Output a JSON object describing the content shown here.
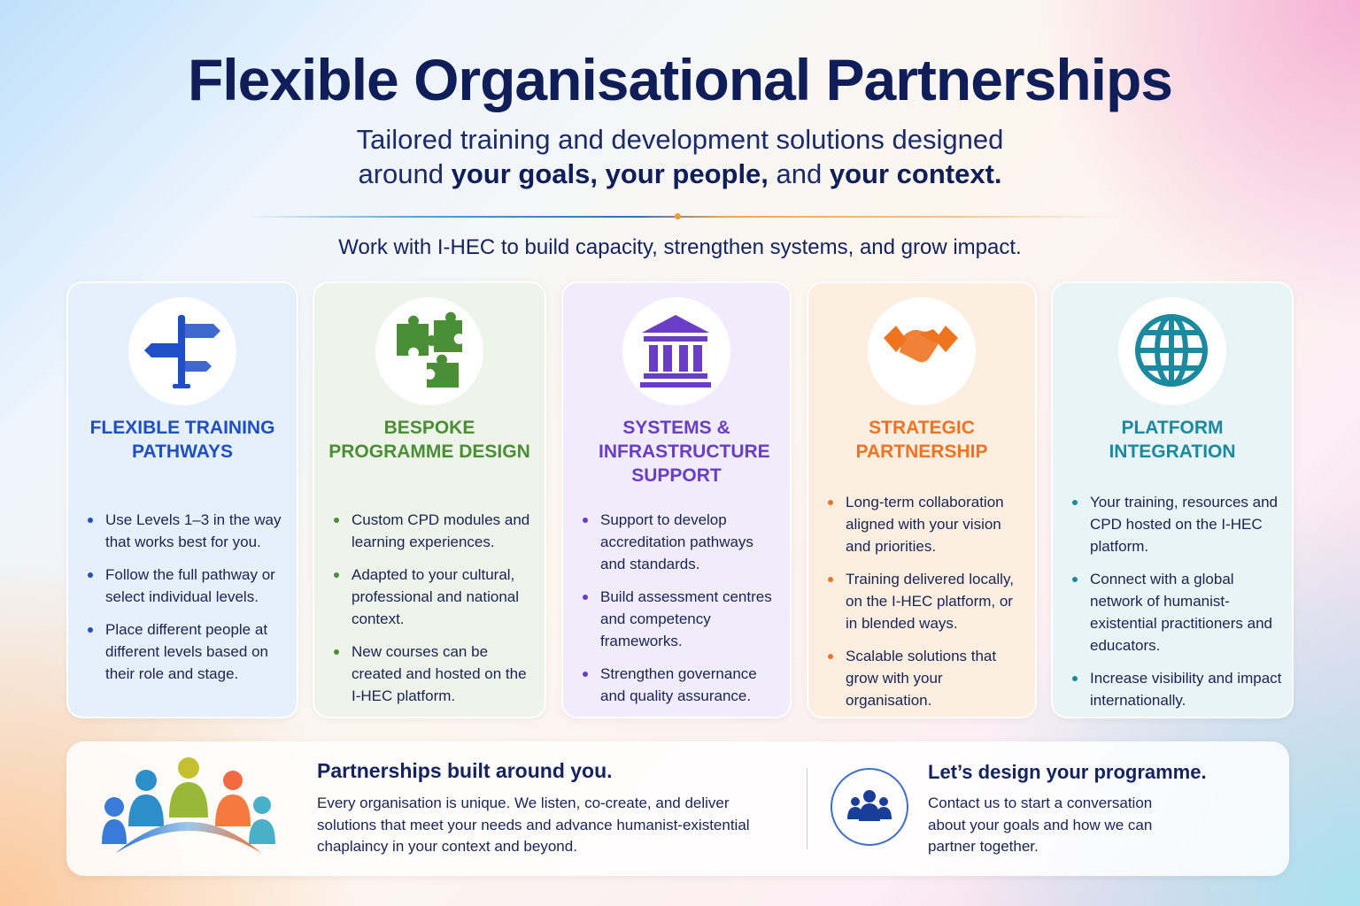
{
  "title": "Flexible Organisational Partnerships",
  "subtitle": {
    "line1": "Tailored training and development solutions designed",
    "pre": "around ",
    "g1": "your goals,",
    "s1": " ",
    "g2": "your people,",
    "s2": " and ",
    "g3": "your context."
  },
  "tagline": "Work with I-HEC to build capacity, strengthen systems, and grow impact.",
  "cards": [
    {
      "title": "FLEXIBLE TRAINING PATHWAYS",
      "icon": "signpost-icon",
      "color": "#1f4fc4",
      "bg": "#e6f0fc",
      "bullets": [
        "Use Levels 1–3 in the way that works best for you.",
        "Follow the full pathway or select individual levels.",
        "Place different people at different levels based on their role and stage."
      ]
    },
    {
      "title": "BESPOKE PROGRAMME DESIGN",
      "icon": "puzzle-icon",
      "color": "#4a8f35",
      "bg": "#eff4ea",
      "bullets": [
        "Custom CPD modules and learning experiences.",
        "Adapted to your cultural, professional and national context.",
        "New courses can be created and hosted on the I-HEC platform."
      ]
    },
    {
      "title": "SYSTEMS & INFRASTRUCTURE SUPPORT",
      "icon": "institution-icon",
      "color": "#6a3dc6",
      "bg": "#f0ecfb",
      "bullets": [
        "Support to develop accreditation pathways and standards.",
        "Build assessment centres and competency frameworks.",
        "Strengthen governance and quality assurance."
      ]
    },
    {
      "title": "STRATEGIC PARTNERSHIP",
      "icon": "handshake-icon",
      "color": "#f07320",
      "bg": "#fdeee2",
      "bullets": [
        "Long-term collaboration aligned with your vision and priorities.",
        "Training delivered locally, on the I-HEC platform, or in blended ways.",
        "Scalable solutions that grow with your organisation."
      ]
    },
    {
      "title": "PLATFORM INTEGRATION",
      "icon": "globe-icon",
      "color": "#1b8a9e",
      "bg": "#e8f4f6",
      "bullets": [
        "Your training, resources and CPD hosted on the I-HEC platform.",
        "Connect with a global network of humanist-existential practitioners and educators.",
        "Increase visibility and impact internationally."
      ]
    }
  ],
  "bottom": {
    "left_title": "Partnerships built around you.",
    "left_body": "Every organisation is unique. We listen, co-create, and deliver solutions that meet your needs and advance humanist-existential chaplaincy in your context and beyond.",
    "right_title": "Let’s design your programme.",
    "right_body": "Contact us to start a conversation about your goals and how we can partner together."
  }
}
